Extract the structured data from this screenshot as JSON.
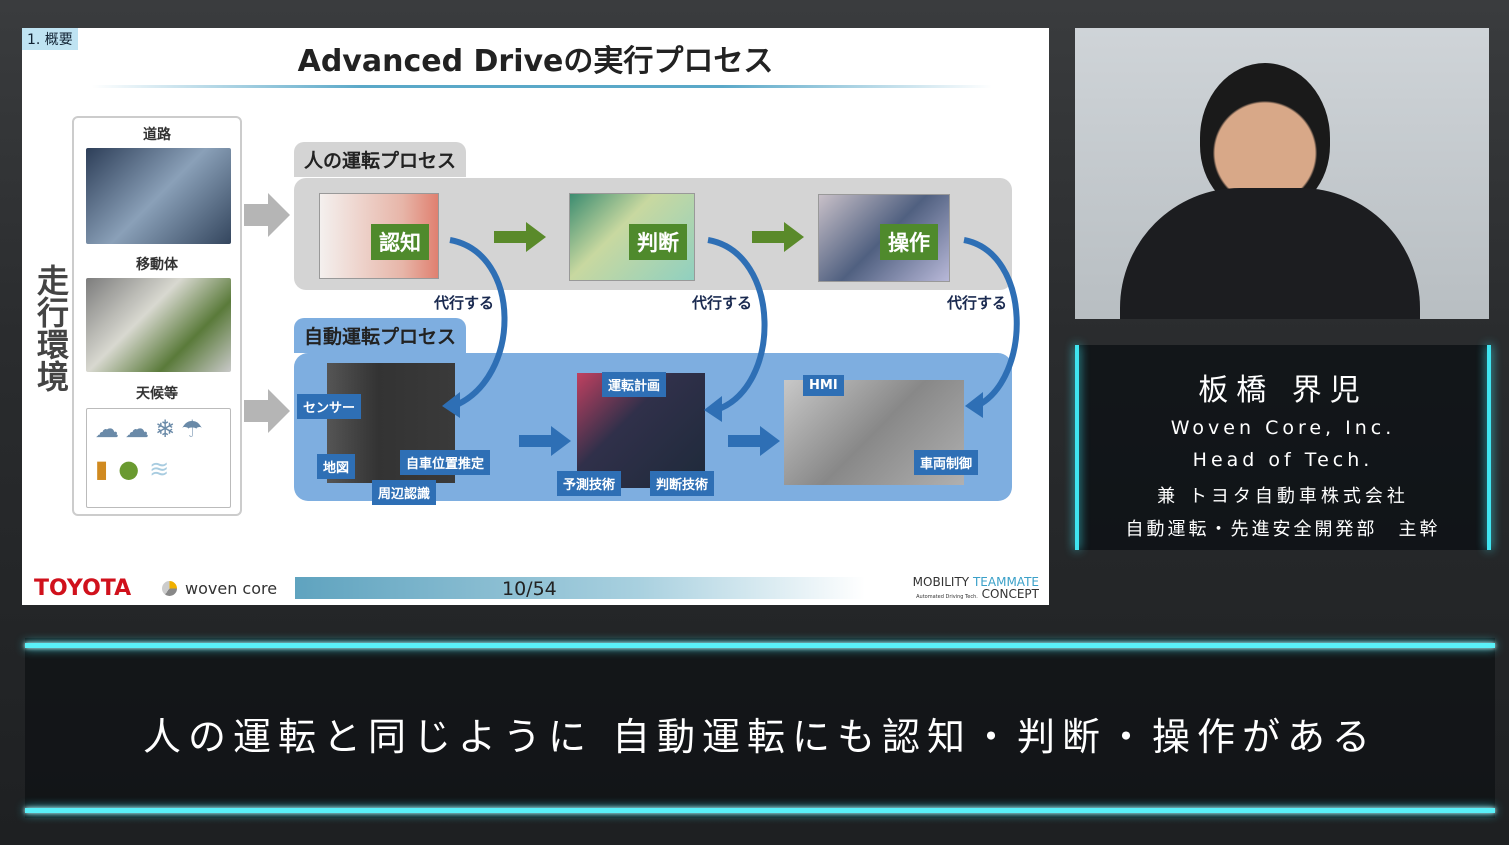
{
  "slide": {
    "section_tag": "1. 概要",
    "title": "Advanced Driveの実行プロセス",
    "environment": {
      "label": "走行環境",
      "items": [
        "道路",
        "移動体",
        "天候等"
      ]
    },
    "human_process": {
      "title": "人の運転プロセス",
      "steps": [
        "認知",
        "判断",
        "操作"
      ],
      "proxy_label": "代行する"
    },
    "auto_process": {
      "title": "自動運転プロセス",
      "perception_labels": [
        "センサー",
        "地図",
        "自車位置推定",
        "周辺認識"
      ],
      "planning_labels": [
        "運転計画",
        "予測技術",
        "判断技術"
      ],
      "control_labels": [
        "HMI",
        "車両制御"
      ]
    },
    "footer": {
      "brand": "TOYOTA",
      "partner": "woven core",
      "page": "10/54",
      "concept_line1_a": "MOBILITY",
      "concept_line1_b": "TEAMMATE",
      "concept_line2": "CONCEPT",
      "concept_sub": "Automated Driving Tech."
    }
  },
  "speaker": {
    "name": "板橋 界児",
    "company": "Woven Core, Inc.",
    "role": "Head of Tech.",
    "concurrent": "兼 トヨタ自動車株式会社",
    "department": "自動運転・先進安全開発部　主幹"
  },
  "caption": "人の運転と同じように 自動運転にも認知・判断・操作がある",
  "colors": {
    "accent": "#3fe4f0",
    "green": "#4f8a2c",
    "blue": "#2e6fb5",
    "toyota_red": "#d0111c"
  }
}
